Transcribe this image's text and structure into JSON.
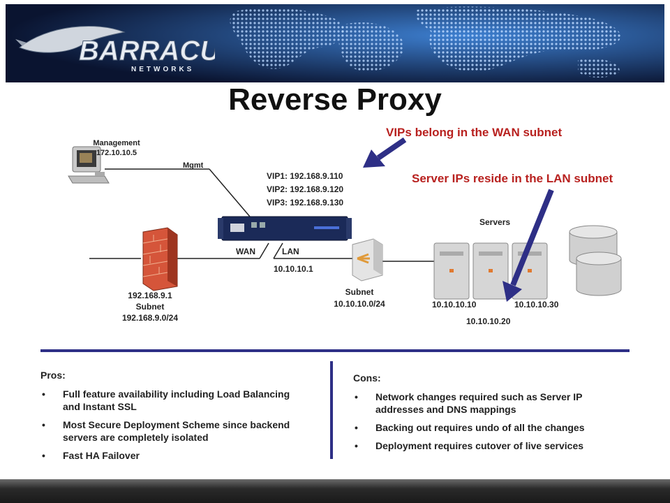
{
  "logo": {
    "brand": "BARRACUDA",
    "tagline": "NETWORKS"
  },
  "title": "Reverse Proxy",
  "callouts": {
    "vips": "VIPs belong in the WAN subnet",
    "servers": "Server IPs reside in the LAN subnet"
  },
  "management": {
    "label": "Management",
    "ip": "172.10.10.5",
    "link": "Mgmt"
  },
  "vips": [
    "VIP1: 192.168.9.110",
    "VIP2: 192.168.9.120",
    "VIP3: 192.168.9.130"
  ],
  "appliance": {
    "wan": "WAN",
    "lan": "LAN",
    "lan_ip": "10.10.10.1"
  },
  "firewall": {
    "ip": "192.168.9.1",
    "subnet_label": "Subnet",
    "subnet": "192.168.9.0/24"
  },
  "switch": {
    "subnet_label": "Subnet",
    "subnet": "10.10.10.0/24"
  },
  "servers": {
    "label": "Servers",
    "ips": [
      "10.10.10.10",
      "10.10.10.20",
      "10.10.10.30"
    ]
  },
  "pros": {
    "heading": "Pros:",
    "items": [
      "Full feature availability including Load Balancing and Instant SSL",
      "Most Secure Deployment Scheme since backend servers are completely isolated",
      "Fast HA Failover"
    ]
  },
  "cons": {
    "heading": "Cons:",
    "items": [
      "Network changes required such as Server IP addresses and DNS mappings",
      "Backing out requires undo of all the changes",
      "Deployment requires cutover of live services"
    ]
  },
  "colors": {
    "accent_red": "#b8211f",
    "accent_navy": "#2e2f86",
    "banner": "#0a1430"
  }
}
